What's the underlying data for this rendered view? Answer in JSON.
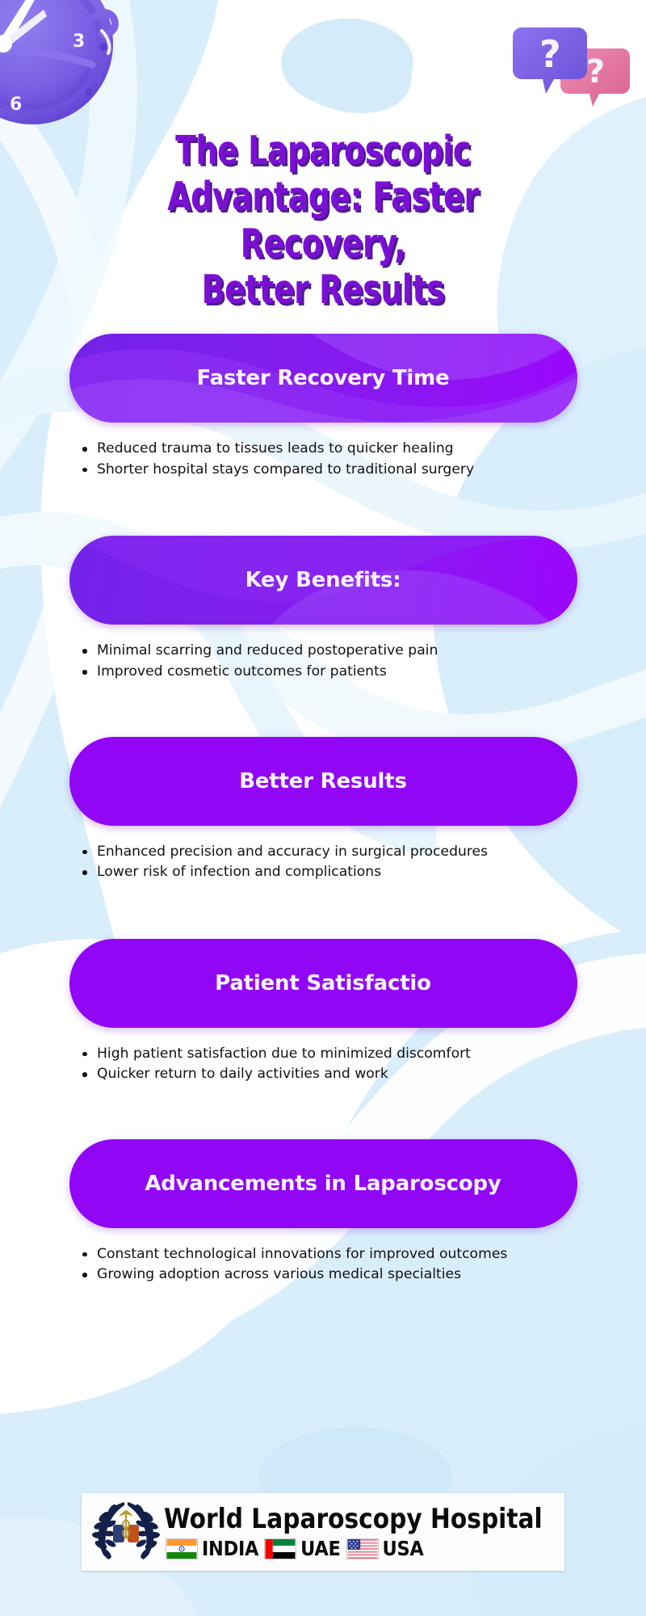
{
  "page": {
    "title": "The Laparoscopic Advantage: Faster Recovery, Better Results",
    "title_line1": "The Laparoscopic",
    "title_line2": "Advantage: Faster Recovery,",
    "title_line3": "Better Results"
  },
  "decor": {
    "clock_icon": "clock-illustration",
    "bubbles_icon": "question-speech-bubbles-illustration",
    "background": "light-blue-wave-pattern"
  },
  "colors": {
    "title_purple": "#7b0fd4",
    "title_shadow": "#4b1d8f",
    "pill_purple": "#9106f5",
    "pill_gradient_start": "#7322e8",
    "pill_gradient_end": "#9b06fb",
    "pill_text": "#fdf4ff",
    "body_text": "#121217",
    "bg_blue": "#d3ecfa",
    "bg_white": "#ffffff"
  },
  "sections": [
    {
      "heading": "Faster Recovery Time",
      "style": "gradient",
      "bullets": [
        "Reduced trauma to tissues leads to quicker healing",
        "Shorter hospital stays compared to traditional surgery"
      ]
    },
    {
      "heading": "Key Benefits:",
      "style": "gradient",
      "bullets": [
        "Minimal scarring and reduced postoperative pain",
        "Improved cosmetic outcomes for patients"
      ]
    },
    {
      "heading": "Better Results",
      "style": "flat",
      "bullets": [
        "Enhanced precision and accuracy in surgical procedures",
        "Lower risk of infection and complications"
      ]
    },
    {
      "heading": "Patient Satisfactio",
      "style": "flat",
      "bullets": [
        "High patient satisfaction due to minimized discomfort",
        "Quicker return to daily activities and work"
      ]
    },
    {
      "heading": "Advancements in Laparoscopy",
      "style": "flat",
      "bullets": [
        "Constant technological innovations for improved outcomes",
        "Growing adoption across various medical specialties"
      ]
    }
  ],
  "footer": {
    "emblem_icon": "laurel-wreath-caduceus-emblem",
    "organization": "World Laparoscopy Hospital",
    "countries": [
      {
        "name": "INDIA",
        "flag_icon": "india-flag-icon"
      },
      {
        "name": "UAE",
        "flag_icon": "uae-flag-icon"
      },
      {
        "name": "USA",
        "flag_icon": "usa-flag-icon"
      }
    ]
  }
}
